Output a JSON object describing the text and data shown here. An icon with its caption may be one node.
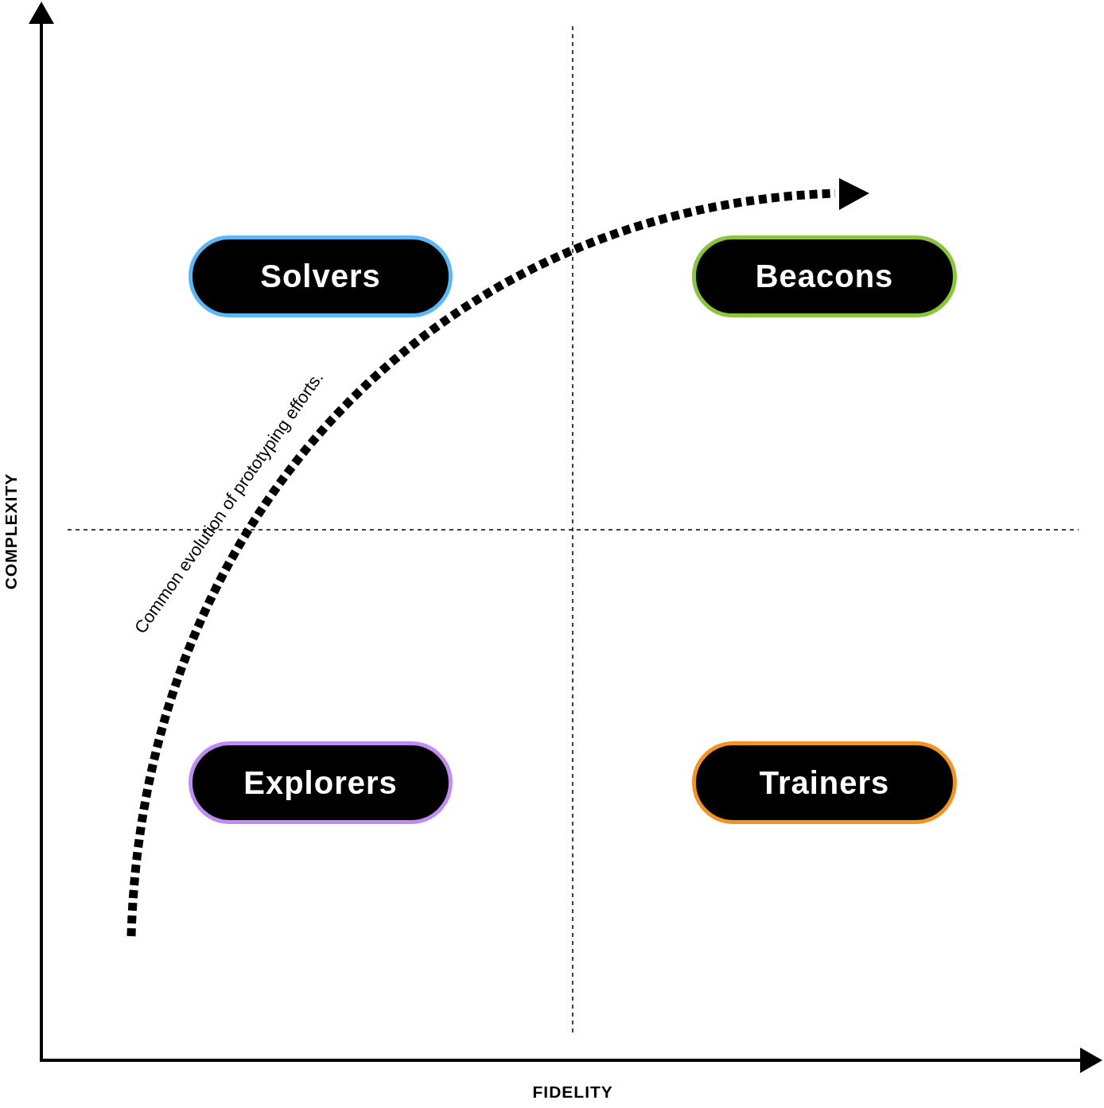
{
  "diagram": {
    "nodes": [
      {
        "text": [
          "Solvers"
        ]
      },
      {
        "text": [
          "Beacons"
        ]
      },
      {
        "text": [
          "Explorers"
        ]
      },
      {
        "text": [
          "Trainers"
        ]
      }
    ],
    "labels": [
      "Common evolution of prototyping efforts.",
      "COMPLEXITY",
      "FIDELITY"
    ]
  }
}
